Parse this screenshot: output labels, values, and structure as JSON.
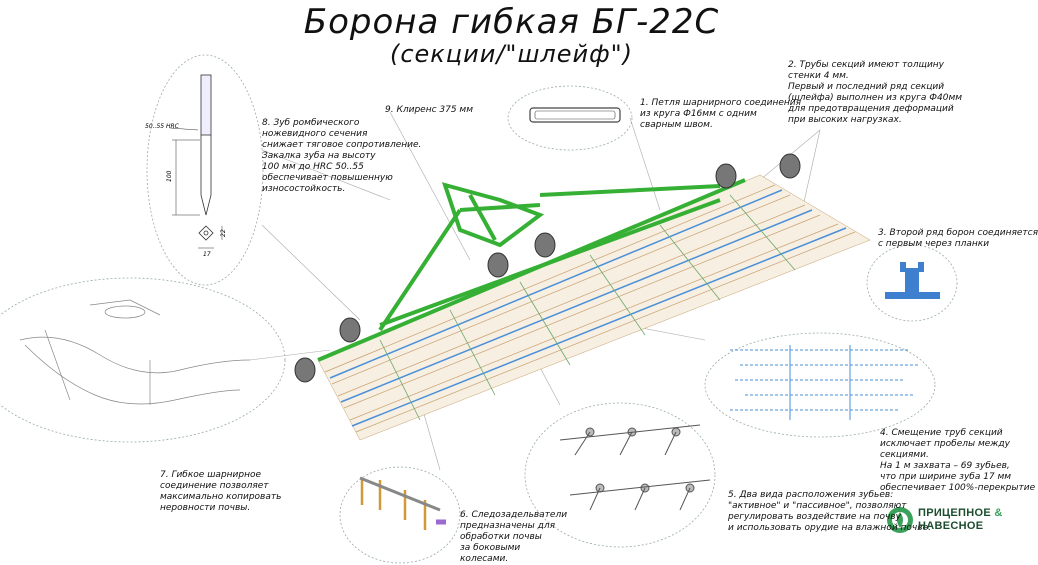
{
  "title": "Борона гибкая БГ-22С",
  "subtitle": "(секции/\"шлейф\")",
  "tooth": {
    "hardness_label": "50..55 HRC",
    "height_label": "100",
    "width_label": "17",
    "side_label": "22"
  },
  "notes": {
    "n1": [
      "1. Петля шарнирного соединения",
      "из круга Ф16мм с одним",
      "сварным швом."
    ],
    "n2": [
      "2. Трубы секций имеют толщину",
      "стенки 4 мм.",
      "Первый и последний ряд секций",
      "(шлейфа) выполнен из круга Ф40мм",
      "для предотвращения деформаций",
      "при высоких нагрузках."
    ],
    "n3": [
      "3. Второй ряд борон соединяется",
      "с первым через планки"
    ],
    "n4": [
      "4. Смещение труб секций",
      "исключает пробелы между",
      "секциями.",
      "На 1 м захвата – 69 зубьев,",
      "что при ширине зуба 17 мм",
      "обеспечивает 100%-перекрытие"
    ],
    "n5": [
      "5. Два вида расположения зубьев:",
      "\"активное\" и \"пассивное\", позволяют",
      "регулировать воздействие на почву",
      "и использовать орудие на влажной почве."
    ],
    "n6": [
      "6. Следозадельватели",
      "предназначены для",
      "обработки почвы",
      "за боковыми",
      "колесами."
    ],
    "n7": [
      "7. Гибкое шарнирное",
      "соединение позволяет",
      "максимально копировать",
      "неровности почвы."
    ],
    "n8": [
      "8. Зуб ромбического",
      "ножевидного сечения",
      "снижает тяговое сопротивление.",
      "Закалка зуба на высоту",
      "100 мм до HRC 50..55",
      "обеспечивает повышенную",
      "износостойкость."
    ],
    "n9": [
      "9. Клиренс 375 мм"
    ]
  },
  "brand": {
    "line1": "ПРИЦЕПНОЕ",
    "amp": "&",
    "line2": "НАВЕСНОЕ"
  },
  "icons": [
    "leaf-logo-icon"
  ],
  "colors": {
    "frame": "#35b035",
    "tine": "#c8a070",
    "tube_blue": "#4a8fd8",
    "brand": "#1c4d2e"
  }
}
